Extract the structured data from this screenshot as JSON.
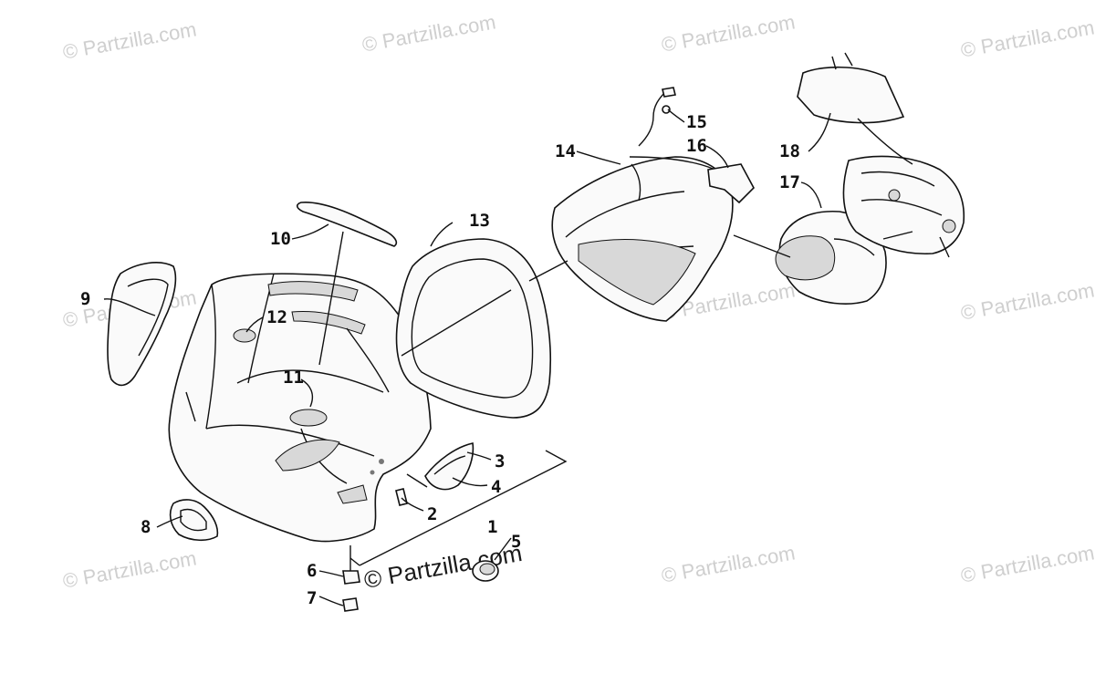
{
  "watermarks": {
    "small": "© Partzilla.com",
    "large": "© Partzilla.com"
  },
  "callouts": [
    "1",
    "2",
    "3",
    "4",
    "5",
    "6",
    "7",
    "8",
    "9",
    "10",
    "11",
    "12",
    "13",
    "14",
    "15",
    "16",
    "17",
    "18"
  ],
  "colors": {
    "line": "#111111",
    "watermark": "#cfcfcf",
    "background": "#ffffff"
  }
}
